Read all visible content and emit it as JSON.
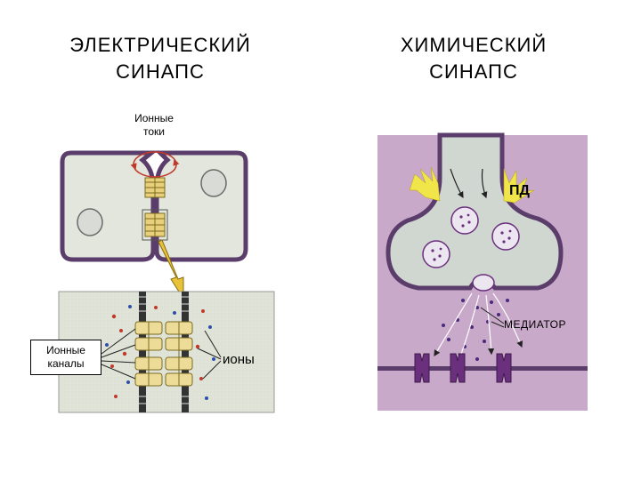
{
  "left": {
    "title_line1": "ЭЛЕКТРИЧЕСКИЙ",
    "title_line2": "СИНАПС",
    "ion_currents_line1": "Ионные",
    "ion_currents_line2": "токи",
    "ion_channels_line1": "Ионные",
    "ion_channels_line2": "каналы",
    "ions_label": "ионы"
  },
  "right": {
    "title_line1": "ХИМИЧЕСКИЙ",
    "title_line2": "СИНАПС",
    "ap_label": "ПД",
    "mediator_label": "МЕДИАТОР"
  },
  "colors": {
    "membrane": "#5a3d6b",
    "cell_fill": "#e3e6dc",
    "channel": "#e8d07a",
    "pink_bg": "#c9a9c9",
    "receptor": "#6a2f7d",
    "spark": "#f0e64a",
    "arrow": "#e7c23a",
    "ion_red": "#c0392b",
    "ion_blue": "#2e4fa8"
  }
}
